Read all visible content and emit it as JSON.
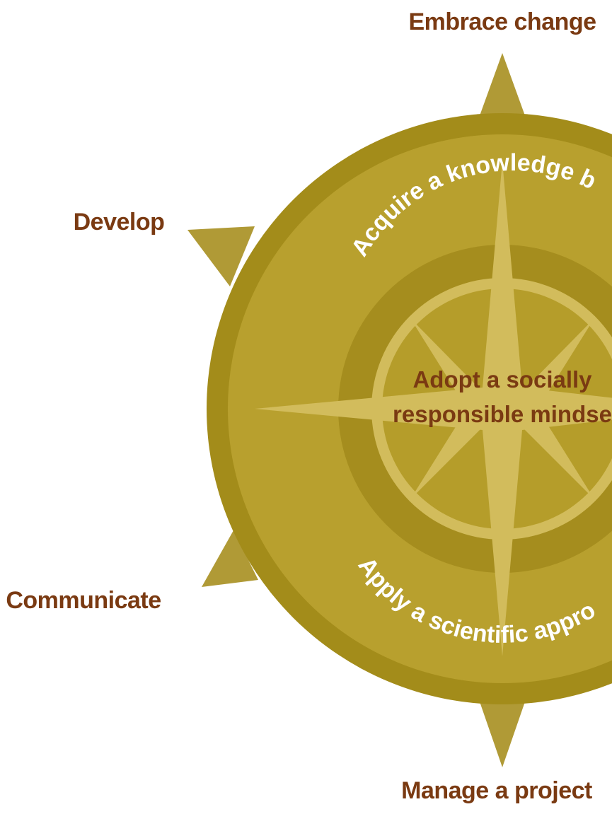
{
  "outer_labels": {
    "top": "Embrace change",
    "upper_left": "Develop",
    "lower_left": "Communicate",
    "bottom": "Manage a project"
  },
  "ring_labels": {
    "upper": "Acquire a knowledge b",
    "lower": "Apply a scientific appro"
  },
  "center_label": {
    "line1": "Adopt a socially",
    "line2": "responsible mindse"
  },
  "colors": {
    "outer_rim": "#a38c1a",
    "outer_disc": "#b8a02e",
    "middle_ring": "#a58d1e",
    "inner_disc": "#b59d2a",
    "compass_light": "#d2bc5c",
    "star_points": "#b09a36",
    "label_brown": "#7a3a12"
  }
}
